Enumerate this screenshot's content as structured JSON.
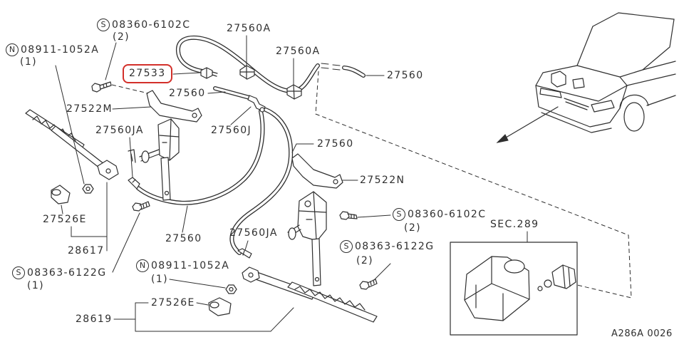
{
  "figure_code": "A286A 0026",
  "colors": {
    "ink": "#2f2f2f",
    "highlight": "#d3302a",
    "background": "#ffffff"
  },
  "callouts": {
    "screw_top": {
      "symbol": "S",
      "part_no": "08360-6102C",
      "qty": "(2)"
    },
    "clip_a_left": "27560A",
    "nut_top_left": {
      "symbol": "N",
      "part_no": "08911-1052A",
      "qty": "(1)"
    },
    "clip_a_right": "27560A",
    "check_valve": "27533",
    "hose_top_right": "27560",
    "hose_short": "27560",
    "bracket_m": "27522M",
    "joint_ja_left": "27560JA",
    "joint_j": "27560J",
    "hose_center": "27560",
    "bracket_n": "27522N",
    "cap_left": "27526E",
    "screw_right": {
      "symbol": "S",
      "part_no": "08360-6102C",
      "qty": "(2)"
    },
    "section_ref": "SEC.289",
    "hose_lower": "27560",
    "joint_ja_right": "27560JA",
    "arm_left": "28617",
    "bolt_right": {
      "symbol": "S",
      "part_no": "08363-6122G",
      "qty": "(2)"
    },
    "nut_lower": {
      "symbol": "N",
      "part_no": "08911-1052A",
      "qty": "(1)"
    },
    "bolt_left": {
      "symbol": "S",
      "part_no": "08363-6122G",
      "qty": "(1)"
    },
    "cap_right": "27526E",
    "arm_right": "28619"
  }
}
